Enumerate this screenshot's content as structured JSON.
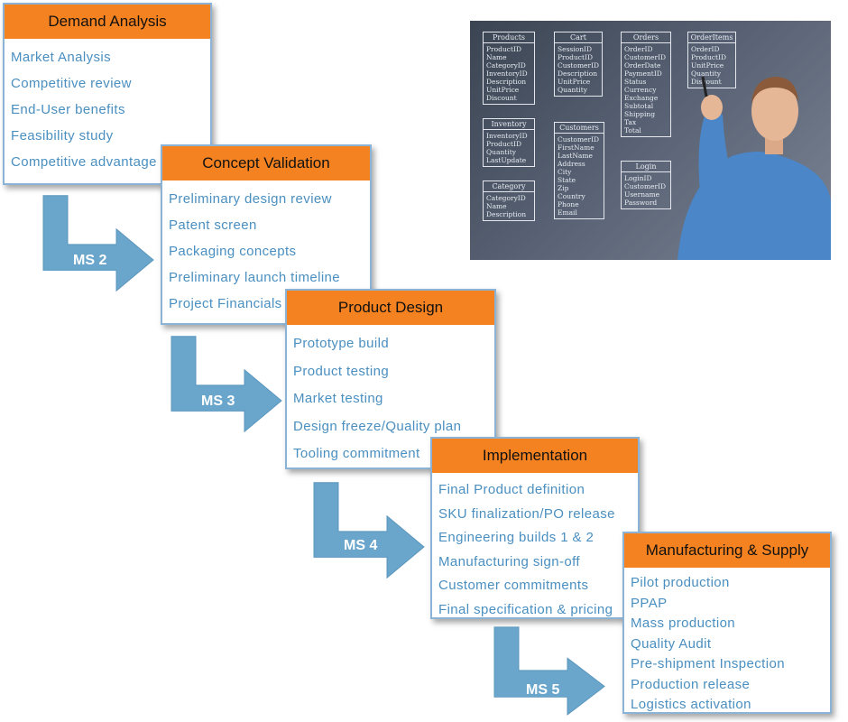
{
  "stages": [
    {
      "title": "Demand Analysis",
      "items": [
        "Market Analysis",
        "Competitive review",
        "End-User benefits",
        "Feasibility study",
        "Competitive advantage"
      ]
    },
    {
      "title": "Concept Validation",
      "items": [
        "Preliminary design review",
        "Patent screen",
        "Packaging concepts",
        "Preliminary launch timeline",
        "Project Financials"
      ]
    },
    {
      "title": "Product Design",
      "items": [
        "Prototype build",
        "Product testing",
        "Market testing",
        "Design freeze/Quality plan",
        "Tooling commitment"
      ]
    },
    {
      "title": "Implementation",
      "items": [
        "Final Product definition",
        "SKU finalization/PO release",
        "Engineering builds 1 & 2",
        "Manufacturing sign-off",
        "Customer commitments",
        "Final specification & pricing"
      ]
    },
    {
      "title": "Manufacturing & Supply",
      "items": [
        "Pilot production",
        "PPAP",
        "Mass production",
        "Quality Audit",
        "Pre-shipment Inspection",
        "Production release",
        "Logistics activation"
      ]
    }
  ],
  "milestones": [
    "MS 2",
    "MS 3",
    "MS 4",
    "MS 5"
  ],
  "photo": {
    "tables": [
      {
        "title": "Products",
        "fields": [
          "ProductID",
          "Name",
          "CategoryID",
          "InventoryID",
          "Description",
          "UnitPrice",
          "Discount"
        ]
      },
      {
        "title": "Cart",
        "fields": [
          "SessionID",
          "ProductID",
          "CustomerID",
          "Description",
          "UnitPrice",
          "Quantity"
        ]
      },
      {
        "title": "Orders",
        "fields": [
          "OrderID",
          "CustomerID",
          "OrderDate",
          "PaymentID",
          "Status",
          "Currency",
          "Exchange",
          "Subtotal",
          "Shipping",
          "Tax",
          "Total"
        ]
      },
      {
        "title": "OrderItems",
        "fields": [
          "OrderID",
          "ProductID",
          "UnitPrice",
          "Quantity",
          "Discount"
        ]
      },
      {
        "title": "Inventory",
        "fields": [
          "InventoryID",
          "ProductID",
          "Quantity",
          "LastUpdate"
        ]
      },
      {
        "title": "Customers",
        "fields": [
          "CustomerID",
          "FirstName",
          "LastName",
          "Address",
          "City",
          "State",
          "Zip",
          "Country",
          "Phone",
          "Email"
        ]
      },
      {
        "title": "Login",
        "fields": [
          "LoginID",
          "CustomerID",
          "Username",
          "Password"
        ]
      },
      {
        "title": "Category",
        "fields": [
          "CategoryID",
          "Name",
          "Description"
        ]
      }
    ]
  },
  "colors": {
    "header": "#f58220",
    "item_text": "#4a8fc0",
    "arrow": "#6aa6cc",
    "border": "#8bb3d6"
  }
}
